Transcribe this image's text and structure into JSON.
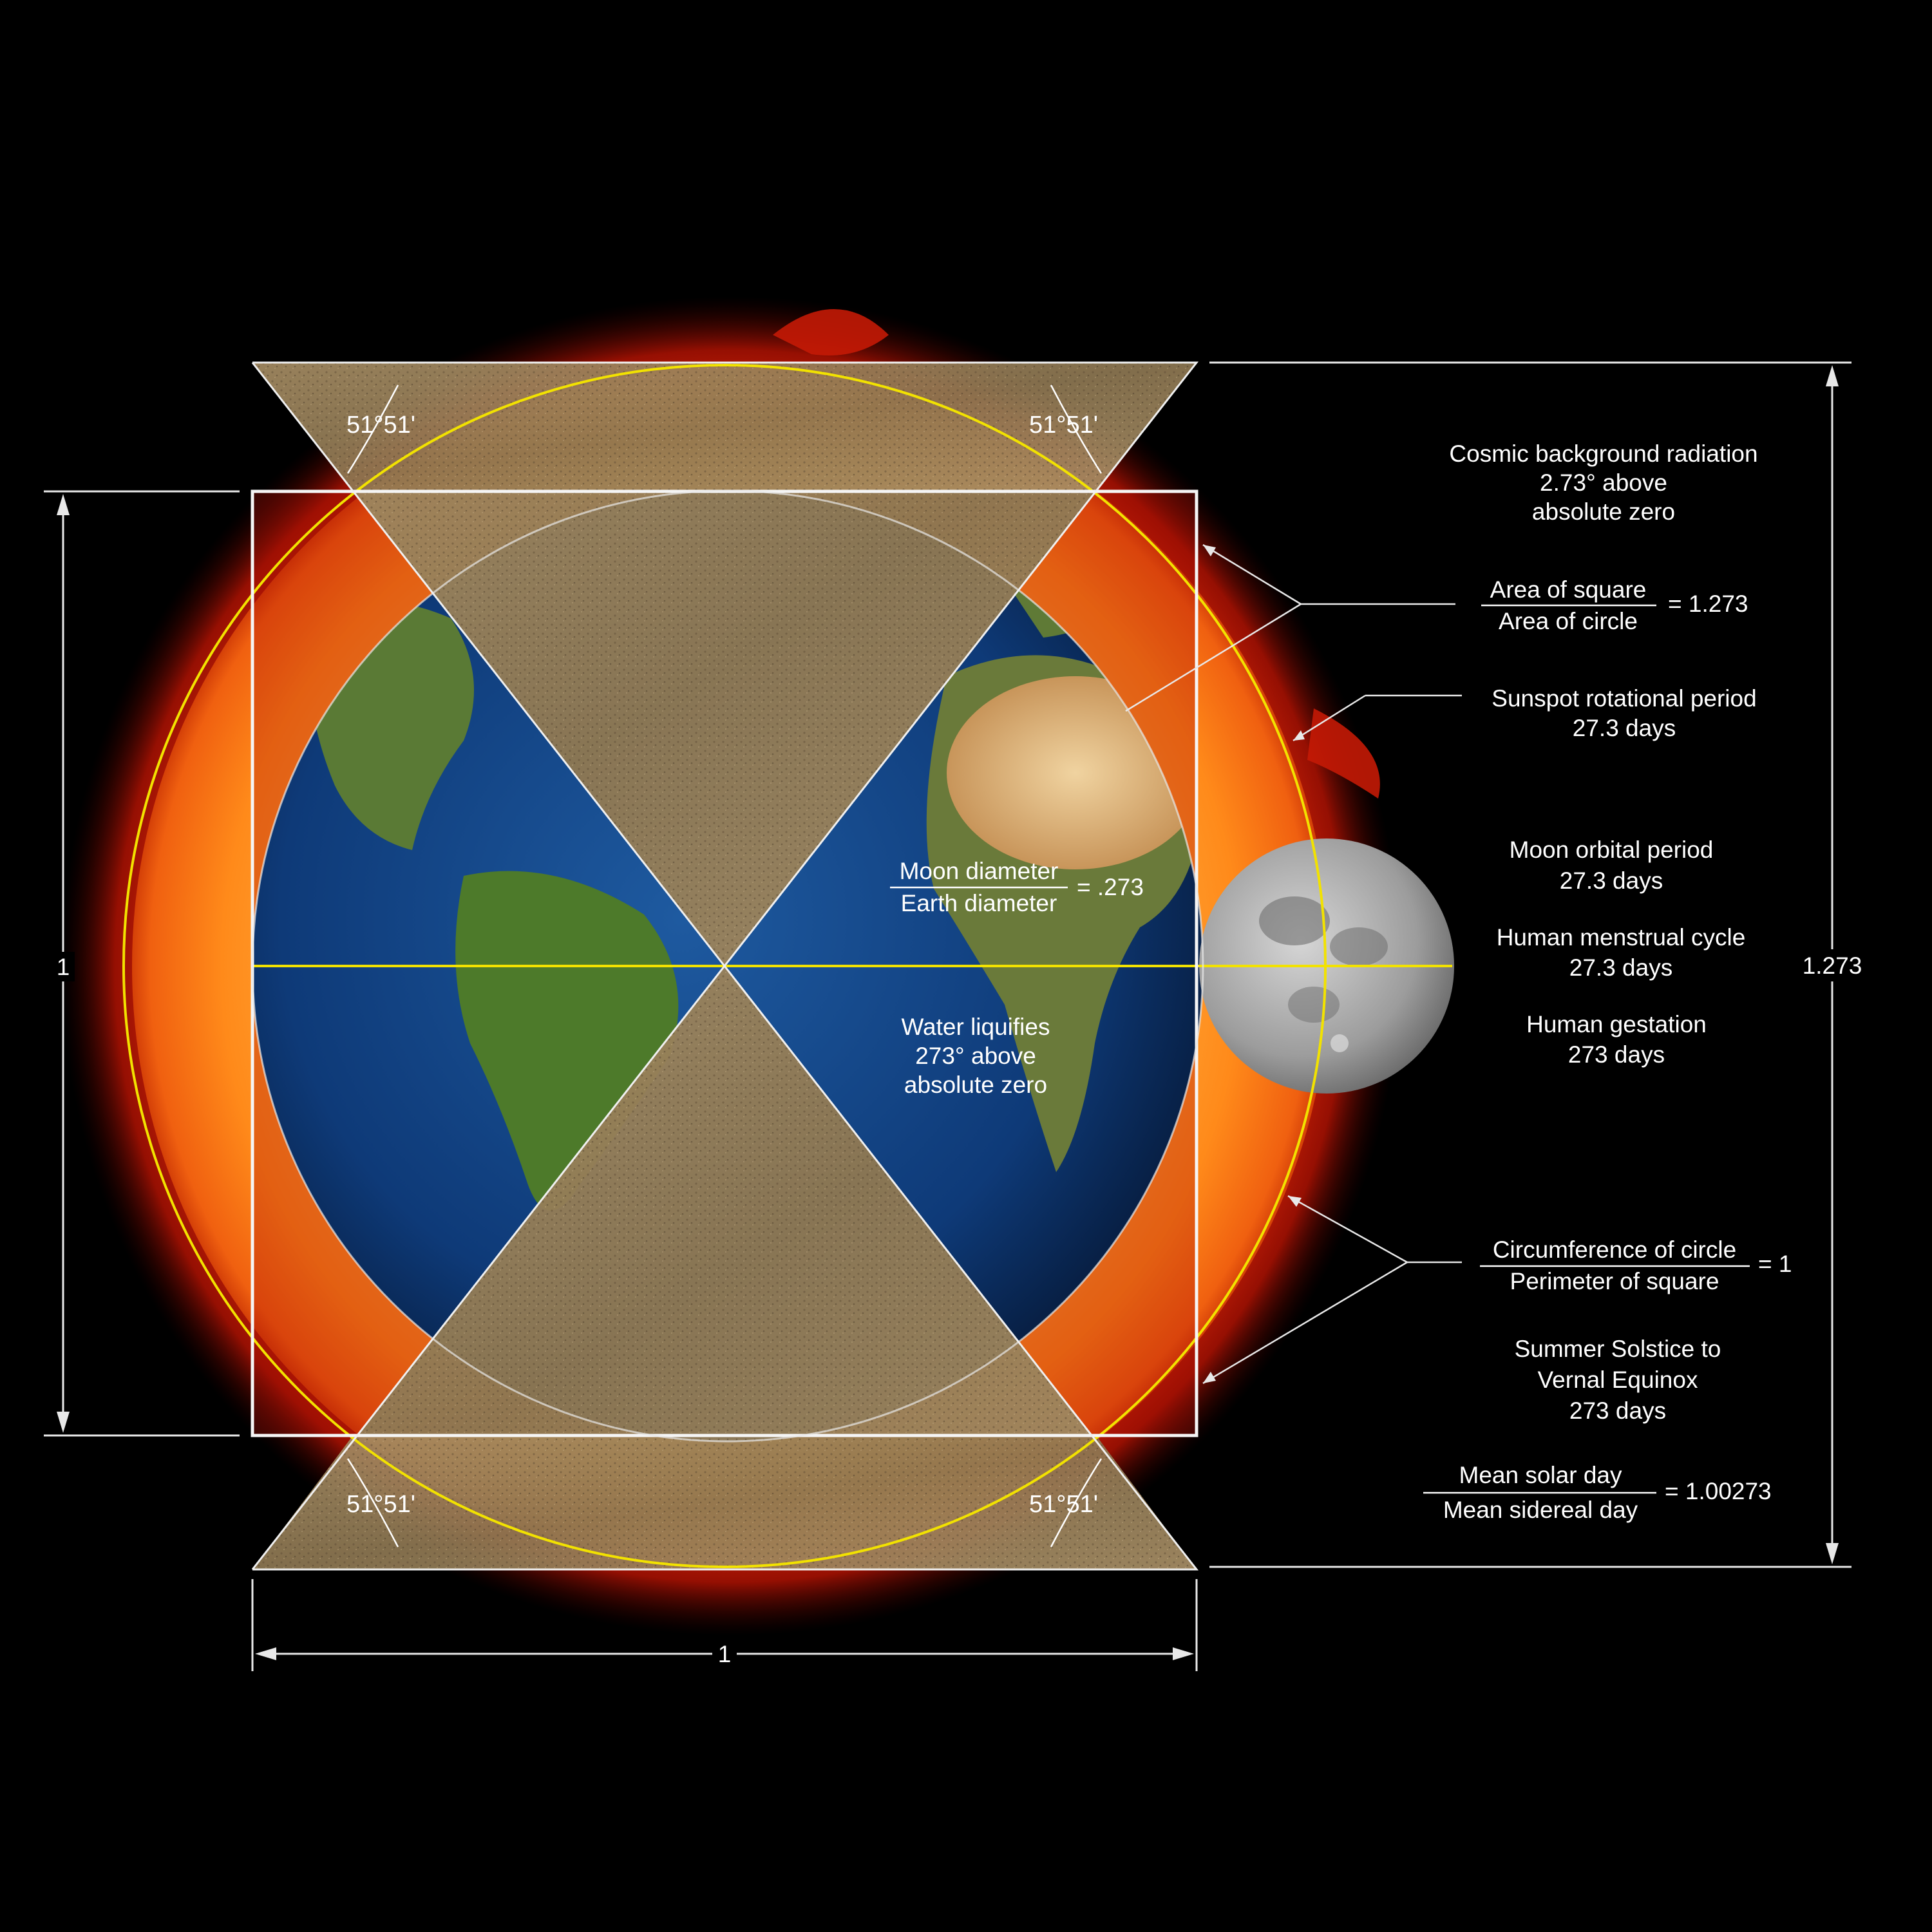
{
  "colors": {
    "background": "#000000",
    "sun_core": "#ff8a1a",
    "sun_corona": "#c81405",
    "earth_ocean": "#0e3a78",
    "earth_land": "#4f7a2e",
    "desert": "#e2b97a",
    "stone": "#a48a62",
    "moon": "#a7a7a7",
    "circle_line": "#f2e200",
    "frame_line": "#f5f5f5"
  },
  "angles": {
    "top_left": "51°51'",
    "top_right": "51°51'",
    "bottom_left": "51°51'",
    "bottom_right": "51°51'"
  },
  "dimensions": {
    "left": "1",
    "bottom": "1",
    "right": "1.273"
  },
  "earth_labels": {
    "moon_ratio_num": "Moon diameter",
    "moon_ratio_den": "Earth diameter",
    "moon_ratio_val": "= .273",
    "water_line1": "Water liquifies",
    "water_line2": "273° above",
    "water_line3": "absolute zero"
  },
  "facts": {
    "cosmic_1": "Cosmic background radiation",
    "cosmic_2": "2.73° above",
    "cosmic_3": "absolute zero",
    "area_num": "Area of square",
    "area_den": "Area of circle",
    "area_val": "= 1.273",
    "sunspot_1": "Sunspot rotational period",
    "sunspot_2": "27.3 days",
    "moon_orbit_1": "Moon orbital period",
    "moon_orbit_2": "27.3 days",
    "menstrual_1": "Human menstrual cycle",
    "menstrual_2": "27.3 days",
    "gestation_1": "Human gestation",
    "gestation_2": "273 days",
    "circ_num": "Circumference of circle",
    "circ_den": "Perimeter of square",
    "circ_val": "= 1",
    "solstice_1": "Summer Solstice to",
    "solstice_2": "Vernal Equinox",
    "solstice_3": "273 days",
    "solar_num": "Mean solar day",
    "solar_den": "Mean sidereal day",
    "solar_val": "= 1.00273"
  }
}
